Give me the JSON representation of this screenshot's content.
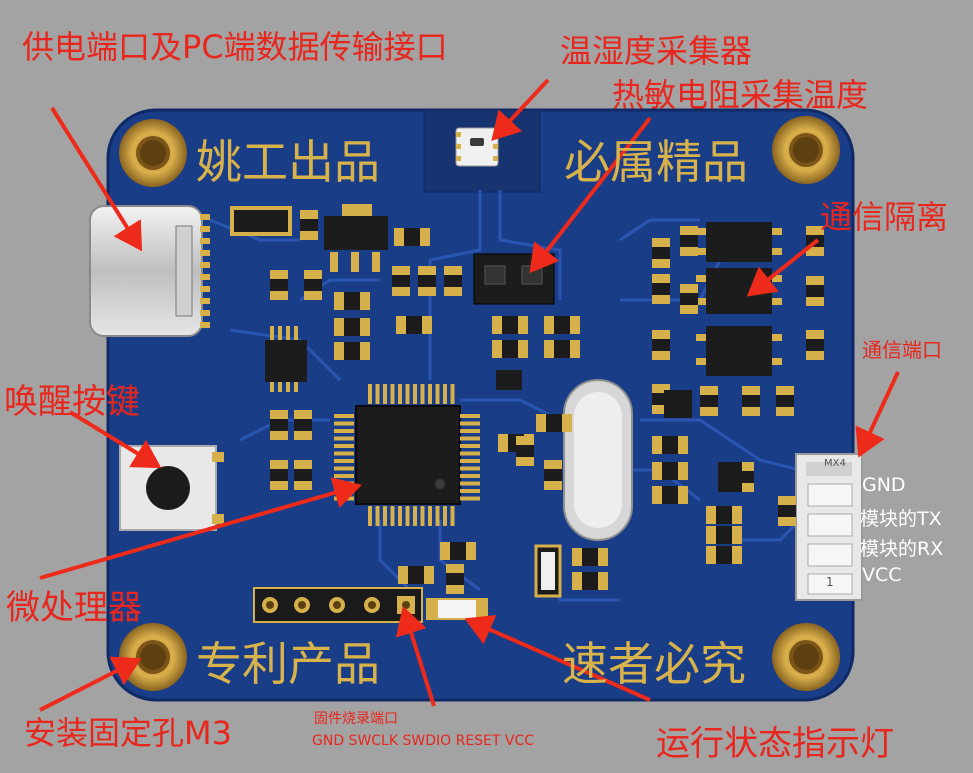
{
  "labels": {
    "power_port": "供电端口及PC端数据传输接口",
    "temp_humidity": "温湿度采集器",
    "thermistor": "热敏电阻采集温度",
    "isolation": "通信隔离",
    "comm_port": "通信端口",
    "wake_button": "唤醒按键",
    "mcu": "微处理器",
    "mount_hole": "安装固定孔M3",
    "flash_port": "固件烧录端口",
    "flash_pins": "GND  SWCLK SWDIO RESET VCC",
    "status_led": "运行状态指示灯"
  },
  "silkscreen": {
    "top_left": "姚工出品",
    "top_right": "必属精品",
    "bottom_left": "专利产品",
    "bottom_right": "速者必究"
  },
  "connector_pins": [
    "GND",
    "模块的TX",
    "模块的RX",
    "VCC"
  ],
  "connector_marks": {
    "top": "MX4",
    "bottom": "1"
  },
  "colors": {
    "board": "#1a3d88",
    "trace": "#2a55b0",
    "pad": "#d6b04a",
    "arrow": "#ee2a1a",
    "label": "#e8261d",
    "silk": "#d8b24a"
  }
}
